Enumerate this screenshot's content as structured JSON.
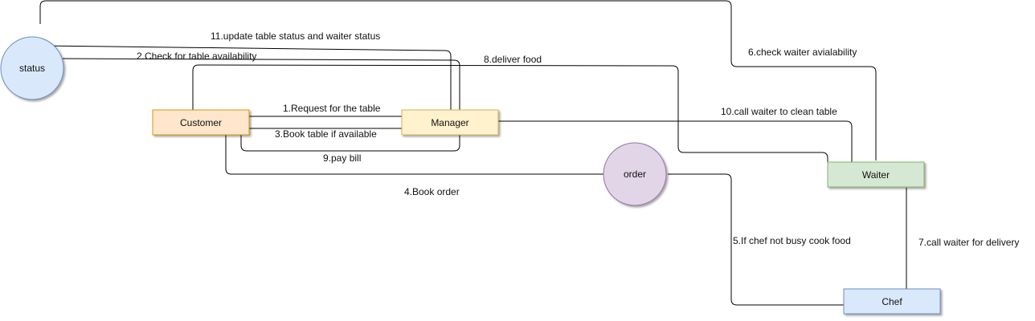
{
  "diagram": {
    "nodes": {
      "status": {
        "label": "status",
        "shape": "circle",
        "fill": "#dae8fc",
        "stroke": "#6c8ebf"
      },
      "customer": {
        "label": "Customer",
        "shape": "rect",
        "fill": "#ffe6cc",
        "stroke": "#d79b00"
      },
      "manager": {
        "label": "Manager",
        "shape": "rect",
        "fill": "#fff2cc",
        "stroke": "#d6b656"
      },
      "order": {
        "label": "order",
        "shape": "circle",
        "fill": "#e1d5e7",
        "stroke": "#9673a6"
      },
      "waiter": {
        "label": "Waiter",
        "shape": "rect",
        "fill": "#d5e8d4",
        "stroke": "#82b366"
      },
      "chef": {
        "label": "Chef",
        "shape": "rect",
        "fill": "#dae8fc",
        "stroke": "#6c8ebf"
      }
    },
    "edges": {
      "e1": {
        "label": "1.Request for the table"
      },
      "e2": {
        "label": "2.Check for table availability"
      },
      "e3": {
        "label": "3.Book table if available"
      },
      "e4": {
        "label": "4.Book order"
      },
      "e5": {
        "label": "5.If chef not busy cook food"
      },
      "e6": {
        "label": "6.check waiter avialability"
      },
      "e7": {
        "label": "7.call waiter for delivery"
      },
      "e8": {
        "label": "8.deliver food"
      },
      "e9": {
        "label": "9.pay bill"
      },
      "e10": {
        "label": "10.call waiter to clean table"
      },
      "e11": {
        "label": "11.update table status and waiter status"
      }
    }
  }
}
